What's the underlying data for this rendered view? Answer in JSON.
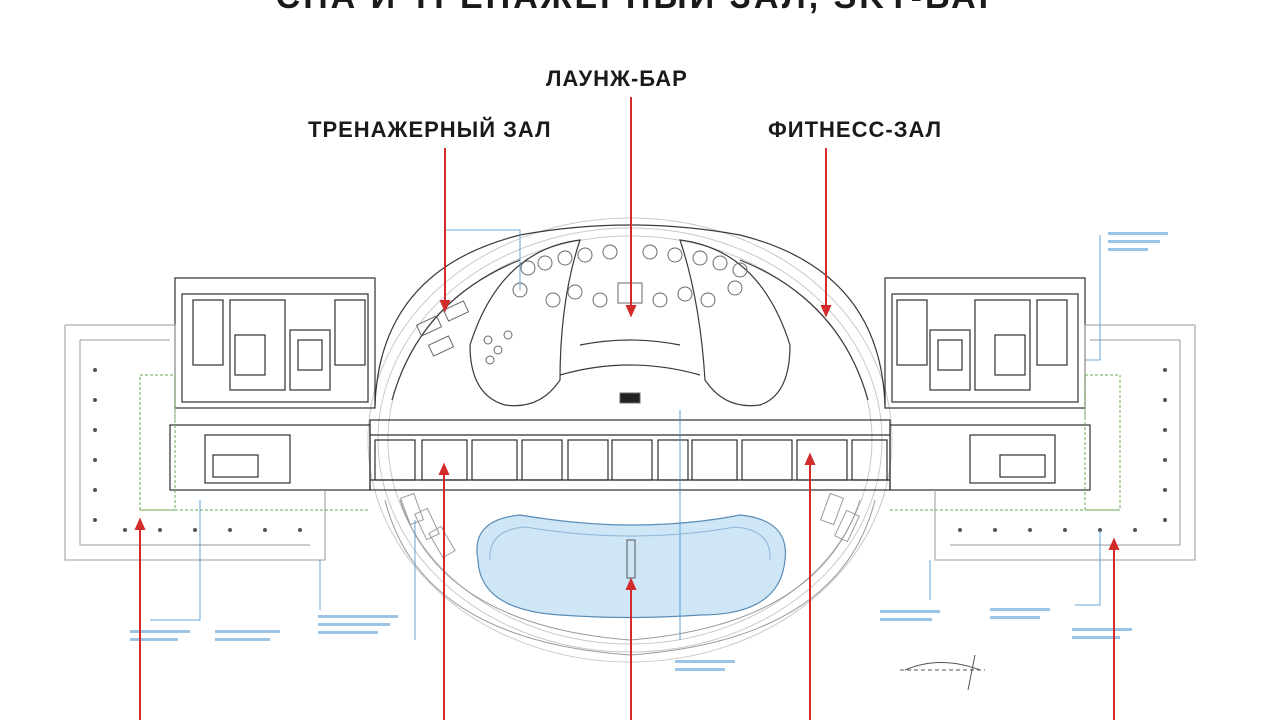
{
  "page": {
    "title": "СПА И ТРЕНАЖЕРНЫЙ ЗАЛ, SKY-БАР"
  },
  "callouts": {
    "lounge_bar": "ЛАУНЖ-БАР",
    "gym": "ТРЕНАЖЕРНЫЙ ЗАЛ",
    "fitness": "ФИТНЕСС-ЗАЛ"
  },
  "colors": {
    "leader_red": "#d32a2a",
    "plan_line": "#3a3a3a",
    "plan_light": "#b8b8b8",
    "annotation_blue": "#3b8fd1",
    "pool_fill": "#cfe6f7",
    "planter_green": "#6aa84f"
  }
}
